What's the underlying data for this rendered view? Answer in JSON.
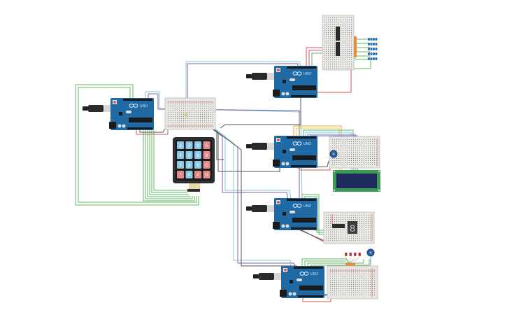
{
  "diagram": {
    "title": "Multi-Arduino circuit",
    "colors": {
      "arduino_board": "#1f6aa5",
      "arduino_dark": "#15507f",
      "breadboard": "#e8e6e3",
      "keypad_body": "#2b2b2b",
      "key_blue": "#8fc9e8",
      "key_red": "#e58a8a",
      "wire_green": "#5cb85c",
      "wire_purple": "#8a5aa8",
      "wire_cyan": "#7ec8d8",
      "wire_gray": "#555555",
      "wire_red": "#d9534f",
      "wire_orange": "#f0a030",
      "wire_yellow": "#e8d040",
      "wire_blue": "#4a9ed8",
      "lcd_screen": "#1e2a5c",
      "lcd_frame": "#3a9a50",
      "led_blue": "#2d6fb0",
      "led_red": "#c0302a",
      "pot": "#2a5fa0"
    },
    "arduinos": [
      {
        "id": "arduino-main",
        "label": "UNO"
      },
      {
        "id": "arduino-1",
        "label": "UNO"
      },
      {
        "id": "arduino-2",
        "label": "UNO"
      },
      {
        "id": "arduino-3",
        "label": "UNO"
      },
      {
        "id": "arduino-4",
        "label": "UNO"
      }
    ],
    "keypad": {
      "keys": [
        "1",
        "2",
        "3",
        "A",
        "4",
        "5",
        "6",
        "B",
        "7",
        "8",
        "9",
        "C",
        "*",
        "0",
        "#",
        "D"
      ]
    },
    "components": {
      "lcd": "16x2 LCD",
      "seven_segment": "8",
      "leds_top_count": 20,
      "leds_bottom_count": 4
    }
  }
}
